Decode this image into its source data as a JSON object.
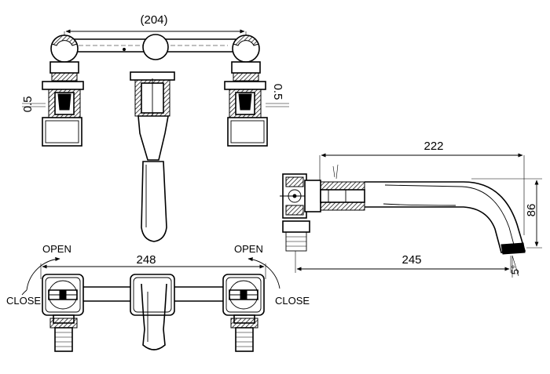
{
  "dimensions": {
    "top_centers": "(204)",
    "left_offset": "0.5",
    "right_offset": "0.5",
    "spout_length_top": "222",
    "spout_height": "86",
    "spout_length_bottom": "245",
    "spout_angle": "5°",
    "bottom_width": "248"
  },
  "labels": {
    "left_open": "OPEN",
    "left_close": "CLOSE",
    "right_open": "OPEN",
    "right_close": "CLOSE"
  }
}
